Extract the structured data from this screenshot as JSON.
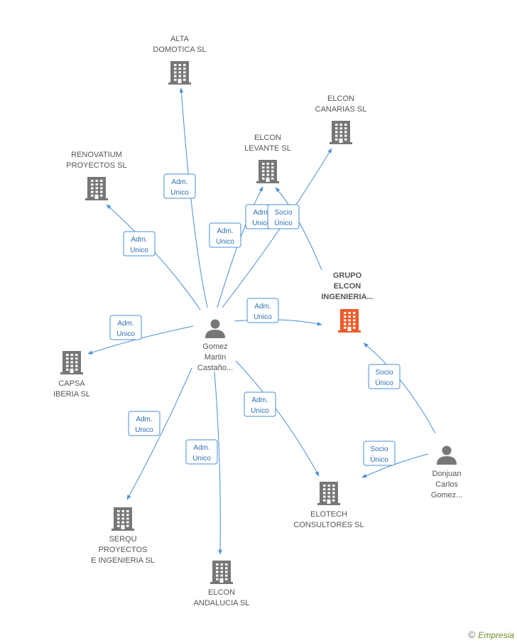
{
  "colors": {
    "edge": "#4a8fd4",
    "company": "#777777",
    "focus": "#f05a28",
    "person": "#777777"
  },
  "nodes": [
    {
      "id": "alta",
      "type": "company",
      "lines": [
        "ALTA",
        "DOMOTICA SL"
      ]
    },
    {
      "id": "canarias",
      "type": "company",
      "lines": [
        "ELCON",
        "CANARIAS SL"
      ]
    },
    {
      "id": "levante",
      "type": "company",
      "lines": [
        "ELCON",
        "LEVANTE SL"
      ]
    },
    {
      "id": "renovatium",
      "type": "company",
      "lines": [
        "RENOVATIUM",
        "PROYECTOS SL"
      ]
    },
    {
      "id": "grupo",
      "type": "focus",
      "lines": [
        "GRUPO",
        "ELCON",
        "INGENIERIA..."
      ]
    },
    {
      "id": "gomez",
      "type": "person",
      "lines": [
        "Gomez",
        "Martin",
        "Castaño..."
      ]
    },
    {
      "id": "capsa",
      "type": "company",
      "lines": [
        "CAPSA",
        "IBERIA SL"
      ]
    },
    {
      "id": "donjuan",
      "type": "person",
      "lines": [
        "Donjuan",
        "Carlos",
        "Gomez..."
      ]
    },
    {
      "id": "serqu",
      "type": "company",
      "lines": [
        "SERQU",
        "PROYECTOS",
        "E INGENIERIA SL"
      ]
    },
    {
      "id": "elotech",
      "type": "company",
      "lines": [
        "ELOTECH",
        "CONSULTORES SL"
      ]
    },
    {
      "id": "andalucia",
      "type": "company",
      "lines": [
        "ELCON",
        "ANDALUCIA SL"
      ]
    }
  ],
  "edges": [
    {
      "from": "gomez",
      "to": "alta",
      "lines": [
        "Adm.",
        "Unico"
      ]
    },
    {
      "from": "gomez",
      "to": "renovatium",
      "lines": [
        "Adm.",
        "Unico"
      ]
    },
    {
      "from": "gomez",
      "to": "levante",
      "lines": [
        "Adm.",
        "Unico"
      ]
    },
    {
      "from": "gomez",
      "to": "canarias",
      "lines": [
        "Adm.",
        "Unico"
      ]
    },
    {
      "from": "grupo",
      "to": "levante",
      "lines": [
        "Socio",
        "Único"
      ]
    },
    {
      "from": "gomez",
      "to": "grupo",
      "lines": [
        "Adm.",
        "Unico"
      ]
    },
    {
      "from": "gomez",
      "to": "capsa",
      "lines": [
        "Adm.",
        "Unico"
      ]
    },
    {
      "from": "gomez",
      "to": "serqu",
      "lines": [
        "Adm.",
        "Unico"
      ]
    },
    {
      "from": "gomez",
      "to": "andalucia",
      "lines": [
        "Adm.",
        "Unico"
      ]
    },
    {
      "from": "gomez",
      "to": "elotech",
      "lines": [
        "Adm.",
        "Unico"
      ]
    },
    {
      "from": "donjuan",
      "to": "grupo",
      "lines": [
        "Socio",
        "Único"
      ]
    },
    {
      "from": "donjuan",
      "to": "elotech",
      "lines": [
        "Socio",
        "Único"
      ]
    }
  ],
  "footer": {
    "copyright_symbol": "©",
    "brand": "Empresia"
  }
}
